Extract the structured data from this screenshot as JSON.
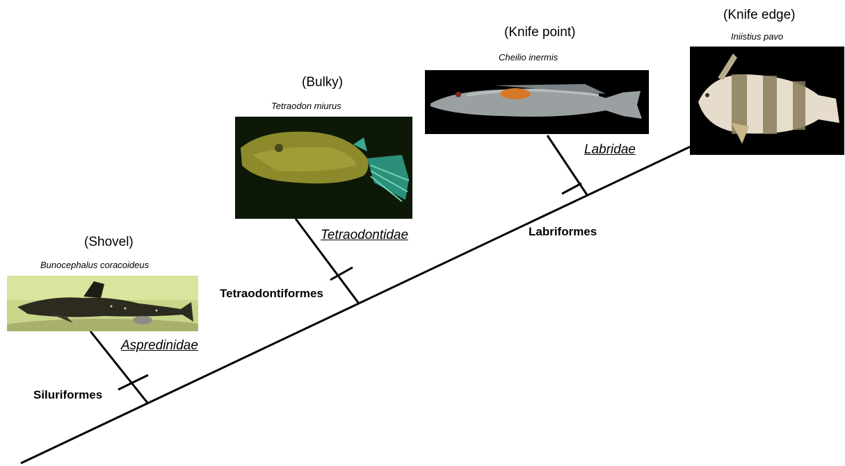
{
  "taxa": [
    {
      "habit": "(Shovel)",
      "species": "Bunocephalus coracoideus",
      "family": "Aspredinidae",
      "order": "Siluriformes"
    },
    {
      "habit": "(Bulky)",
      "species": "Tetraodon miurus",
      "family": "Tetraodontidae",
      "order": "Tetraodontiformes"
    },
    {
      "habit": "(Knife point)",
      "species": "Cheilio inermis",
      "family": "Labridae",
      "order": "Labriformes"
    },
    {
      "habit": "(Knife edge)",
      "species": "Iniistius pavo"
    }
  ],
  "colors": {
    "line": "#000000",
    "photo_backgrounds": [
      "#c9d98a",
      "#0f1a08",
      "#000000",
      "#000000"
    ]
  }
}
